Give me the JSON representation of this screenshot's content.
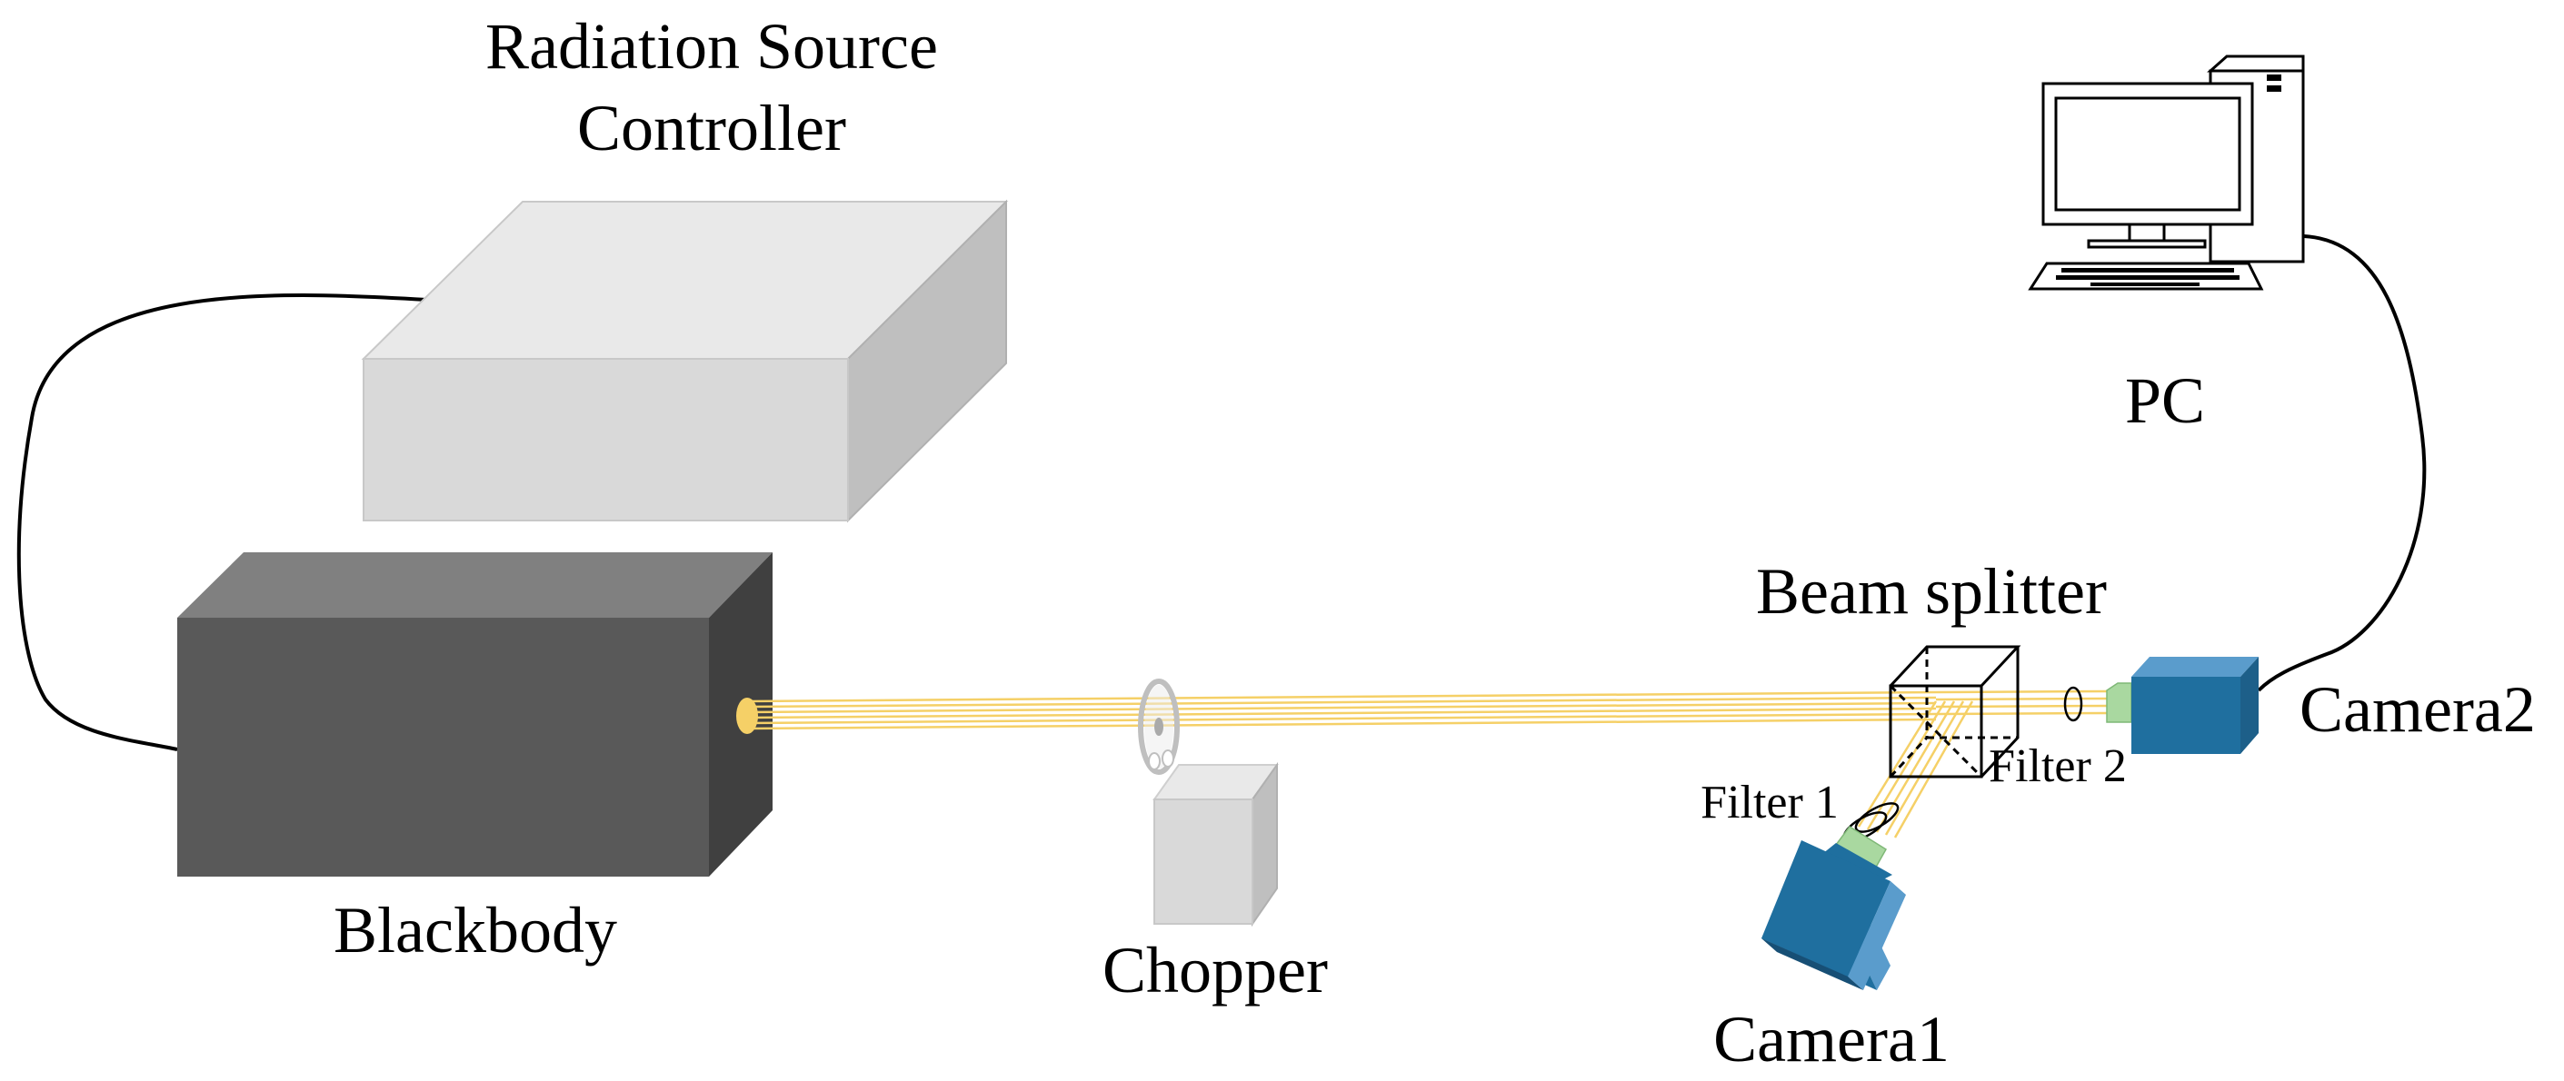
{
  "labels": {
    "radiation_source_line1": "Radiation Source",
    "radiation_source_line2": "Controller",
    "blackbody": "Blackbody",
    "chopper": "Chopper",
    "beam_splitter": "Beam splitter",
    "filter1": "Filter 1",
    "filter2": "Filter 2",
    "camera1": "Camera1",
    "camera2": "Camera2",
    "pc": "PC"
  },
  "colors": {
    "beam": "#f5d067",
    "controller_front": "#d9d9d9",
    "controller_top": "#e9e9e9",
    "controller_side": "#bfbfbf",
    "blackbody_front": "#595959",
    "blackbody_top": "#808080",
    "blackbody_side": "#404040",
    "camera_front": "#1f6f9f",
    "camera_top": "#5a9ccc",
    "filter": "#a9d8a0"
  },
  "icons": {
    "pc": "desktop-computer-icon",
    "chopper": "chopper-wheel-icon",
    "beam_splitter": "cube-splitter-icon"
  }
}
